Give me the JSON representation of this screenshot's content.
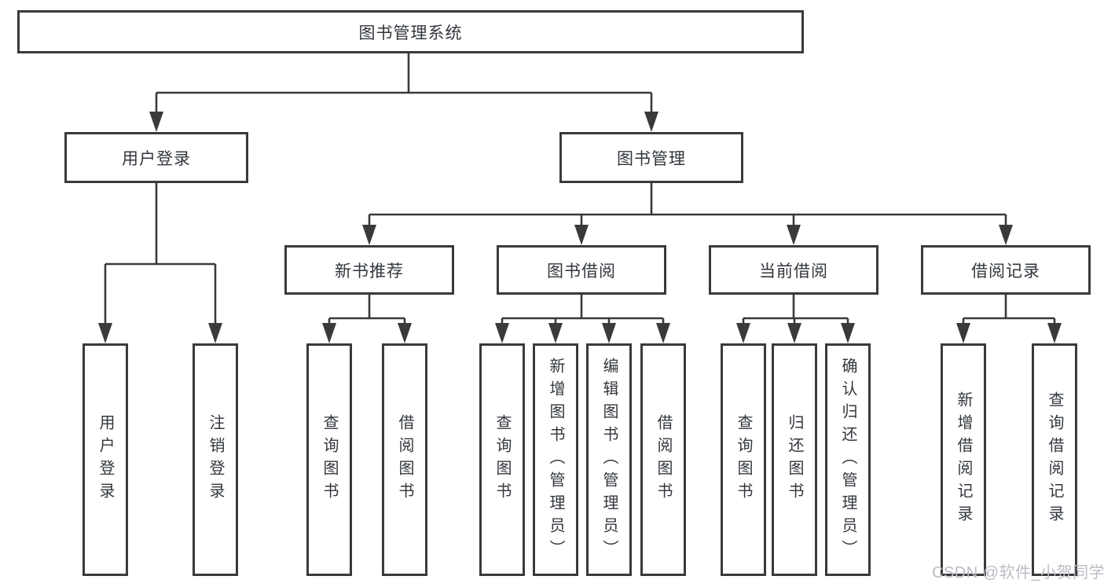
{
  "diagram": {
    "title": "图书管理系统",
    "level2": [
      {
        "label": "用户登录"
      },
      {
        "label": "图书管理"
      }
    ],
    "level3": [
      {
        "label": "新书推荐"
      },
      {
        "label": "图书借阅"
      },
      {
        "label": "当前借阅"
      },
      {
        "label": "借阅记录"
      }
    ],
    "leaves": [
      {
        "label": "用户登录"
      },
      {
        "label": "注销登录"
      },
      {
        "label": "查询图书"
      },
      {
        "label": "借阅图书"
      },
      {
        "label": "查询图书"
      },
      {
        "label": "新增图书（管理员）"
      },
      {
        "label": "编辑图书（管理员）"
      },
      {
        "label": "借阅图书"
      },
      {
        "label": "查询图书"
      },
      {
        "label": "归还图书"
      },
      {
        "label": "确认归还（管理员）"
      },
      {
        "label": "新增借阅记录"
      },
      {
        "label": "查询借阅记录"
      }
    ]
  },
  "watermark": {
    "text": "CSDN @软件_小贺同学"
  },
  "colors": {
    "line": "#3a3a3a",
    "text": "#33373d",
    "watermark": "#b9bdc4",
    "background": "#ffffff"
  }
}
